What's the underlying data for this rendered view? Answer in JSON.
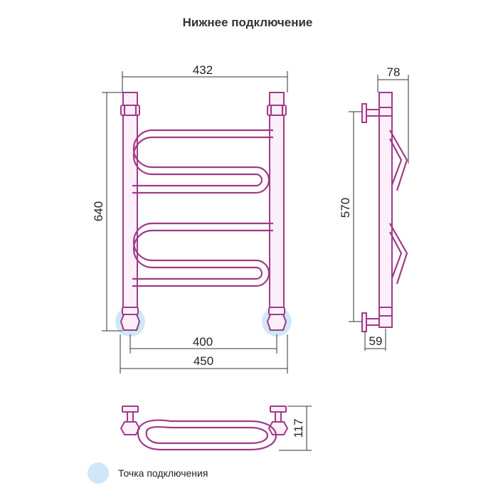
{
  "title": "Нижнее подключение",
  "dimensions": {
    "front_top_width": "432",
    "front_height": "640",
    "front_center_distance": "400",
    "front_total_width": "450",
    "side_depth": "78",
    "side_height": "570",
    "side_offset": "59",
    "bottom_depth": "117"
  },
  "legend": {
    "label": "Точка подключения",
    "color": "#cfe8f7"
  },
  "colors": {
    "pipe_stroke": "#a03a88",
    "pipe_fill": "#fbeffa",
    "dimension_line": "#333333"
  }
}
